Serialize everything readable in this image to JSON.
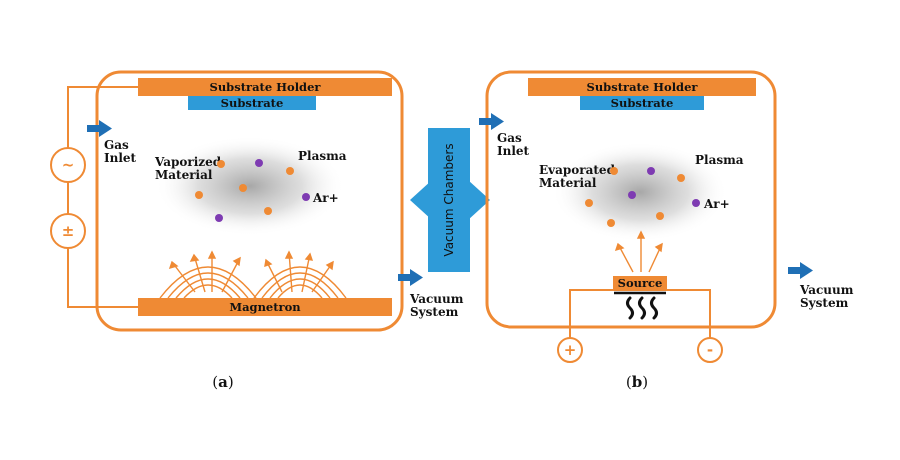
{
  "colors": {
    "orange": "#ef8a34",
    "blue": "#2e9bd8",
    "dark_blue": "#1f6fb5",
    "purple": "#7e3bb2",
    "plasma_gray": "#8a8a8a"
  },
  "center": {
    "label": "Vacuum Chambers"
  },
  "panel_a": {
    "substrate_holder": "Substrate Holder",
    "substrate": "Substrate",
    "gas_inlet": [
      "Gas",
      "Inlet"
    ],
    "material": [
      "Vaporized",
      "Material"
    ],
    "plasma": "Plasma",
    "ion": "Ar+",
    "target": "Magnetron",
    "vacuum": [
      "Vacuum",
      "System"
    ],
    "ac_symbol": "~",
    "dc_symbol": "±",
    "caption_open": "(",
    "caption_letter": "a",
    "caption_close": ")"
  },
  "panel_b": {
    "substrate_holder": "Substrate Holder",
    "substrate": "Substrate",
    "gas_inlet": [
      "Gas",
      "Inlet"
    ],
    "material": [
      "Evaporated",
      "Material"
    ],
    "plasma": "Plasma",
    "ion": "Ar+",
    "source": "Source",
    "vacuum": [
      "Vacuum",
      "System"
    ],
    "plus_symbol": "+",
    "minus_symbol": "-",
    "caption_open": "(",
    "caption_letter": "b",
    "caption_close": ")"
  }
}
